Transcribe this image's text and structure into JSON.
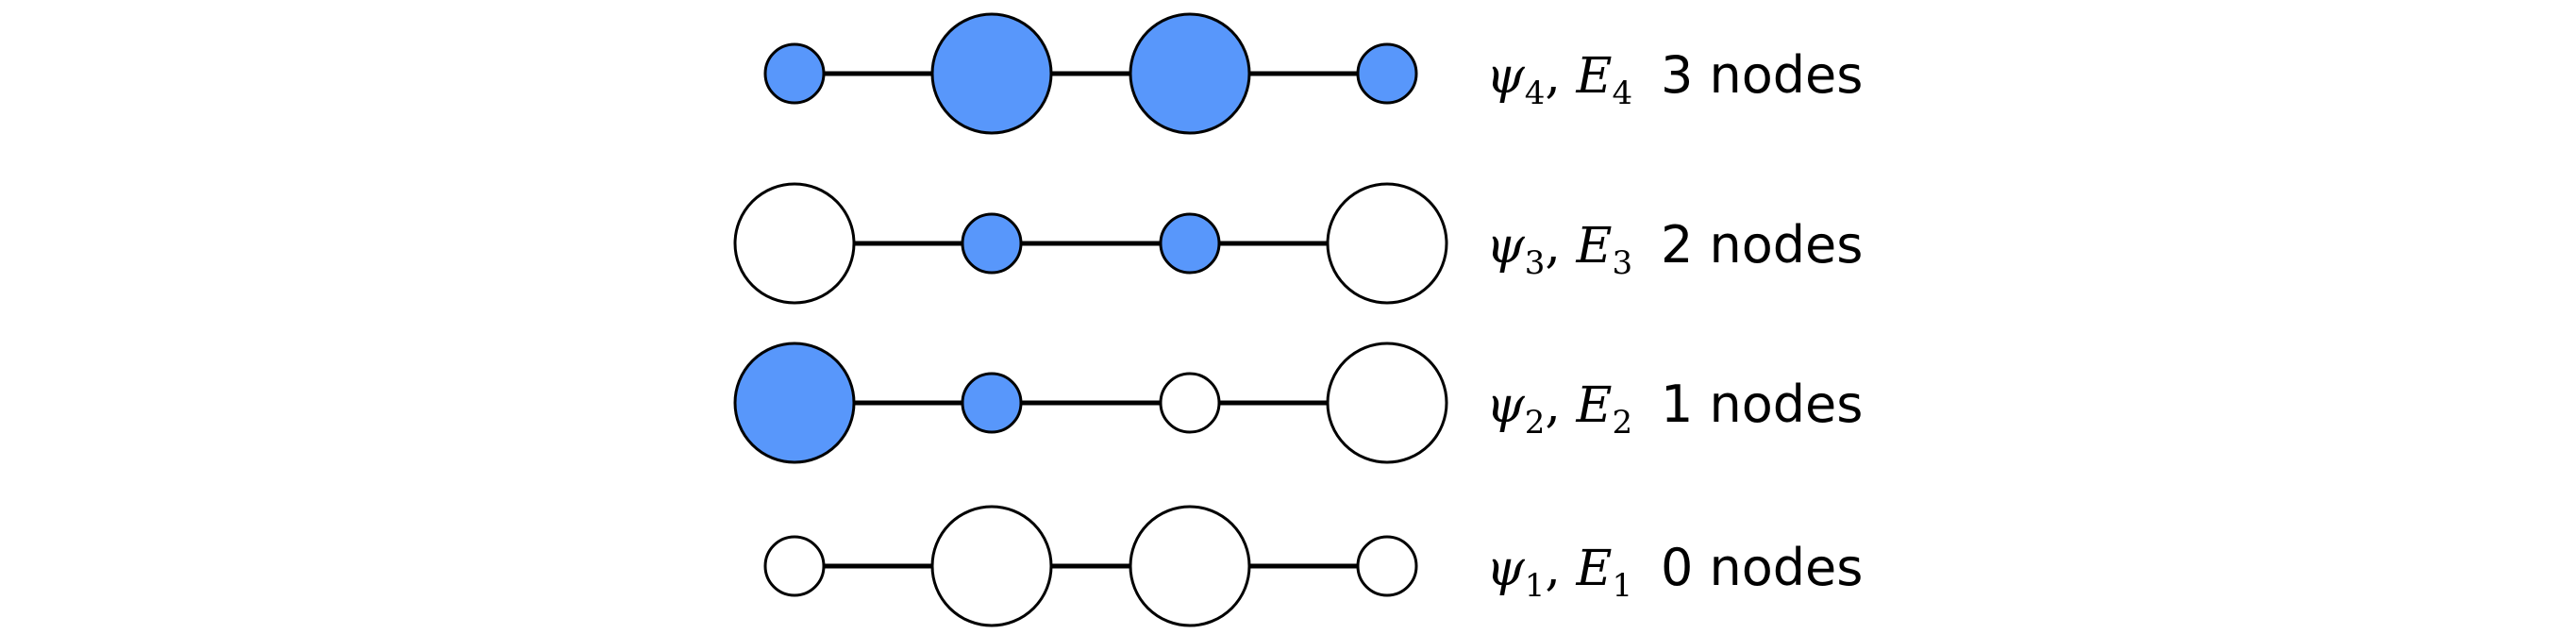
{
  "colors": {
    "filled": "#5897fb",
    "empty": "#ffffff",
    "stroke": "#000000"
  },
  "orbitals": [
    {
      "psi_symbol": "ψ",
      "energy_symbol": "E",
      "index": "4",
      "nodes_text": "3 nodes",
      "atoms": [
        {
          "size": "small",
          "filled": true
        },
        {
          "size": "large",
          "filled": true
        },
        {
          "size": "large",
          "filled": true
        },
        {
          "size": "small",
          "filled": true
        }
      ]
    },
    {
      "psi_symbol": "ψ",
      "energy_symbol": "E",
      "index": "3",
      "nodes_text": "2 nodes",
      "atoms": [
        {
          "size": "large",
          "filled": false
        },
        {
          "size": "small",
          "filled": true
        },
        {
          "size": "small",
          "filled": true
        },
        {
          "size": "large",
          "filled": false
        }
      ]
    },
    {
      "psi_symbol": "ψ",
      "energy_symbol": "E",
      "index": "2",
      "nodes_text": "1 nodes",
      "atoms": [
        {
          "size": "large",
          "filled": true
        },
        {
          "size": "small",
          "filled": true
        },
        {
          "size": "small",
          "filled": false
        },
        {
          "size": "large",
          "filled": false
        }
      ]
    },
    {
      "psi_symbol": "ψ",
      "energy_symbol": "E",
      "index": "1",
      "nodes_text": "0 nodes",
      "atoms": [
        {
          "size": "small",
          "filled": false
        },
        {
          "size": "large",
          "filled": false
        },
        {
          "size": "large",
          "filled": false
        },
        {
          "size": "small",
          "filled": false
        }
      ]
    }
  ]
}
